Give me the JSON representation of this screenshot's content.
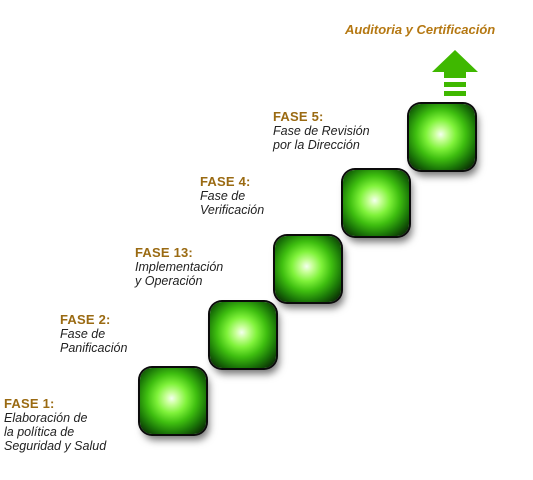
{
  "goal": {
    "label": "Auditoria y Certificación"
  },
  "phases": [
    {
      "title": "FASE 1:",
      "lines": [
        "Elaboración de",
        "la política de",
        "Seguridad y Salud"
      ]
    },
    {
      "title": "FASE 2:",
      "lines": [
        "Fase de",
        "Panificación"
      ]
    },
    {
      "title": "FASE 13:",
      "lines": [
        "Implementación",
        "y Operación"
      ]
    },
    {
      "title": "FASE 4:",
      "lines": [
        "Fase de",
        "Verificación"
      ]
    },
    {
      "title": "FASE 5:",
      "lines": [
        "Fase de Revisión",
        "por la Dirección"
      ]
    }
  ],
  "colors": {
    "phase_title": "#9a6a12",
    "goal_text": "#b57812",
    "step_green": "#3fbf10",
    "arrow_green": "#3fb800"
  },
  "icons": {
    "goal_arrow": "up-arrow-icon"
  }
}
